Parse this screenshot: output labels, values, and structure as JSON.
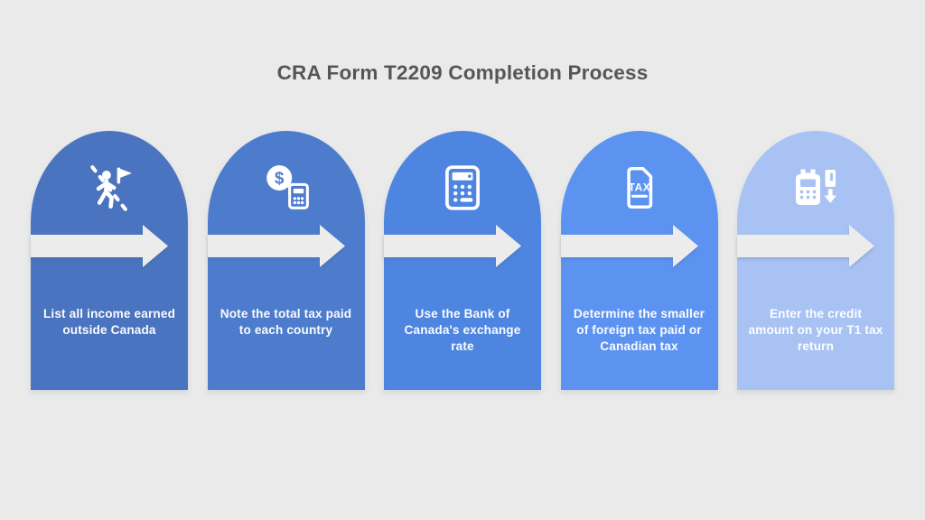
{
  "title": "CRA Form T2209 Completion Process",
  "colors": {
    "background": "#eaeaea",
    "arrow": "#ececec",
    "title_text": "#565658",
    "card_text": "#ffffff"
  },
  "steps": [
    {
      "label": "List all income earned outside Canada",
      "icon": "route-flag-icon",
      "color": "#4a74bf"
    },
    {
      "label": "Note the total tax paid to each country",
      "icon": "coin-calculator-icon",
      "icon_text": "$",
      "color": "#4d7ccd"
    },
    {
      "label": "Use the Bank of Canada's exchange rate",
      "icon": "calculator-icon",
      "color": "#4e85e0"
    },
    {
      "label": "Determine the smaller of foreign tax paid or Canadian tax",
      "icon": "tax-document-icon",
      "icon_text": "TAX",
      "color": "#5c93f1"
    },
    {
      "label": "Enter the credit amount on your T1 tax return",
      "icon": "payment-terminal-icon",
      "color": "#a8c2f3"
    }
  ]
}
